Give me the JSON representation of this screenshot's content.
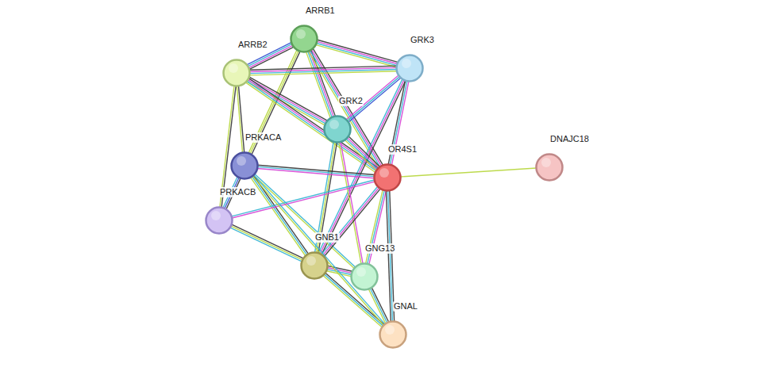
{
  "diagram": {
    "nodes": [
      {
        "text": [
          "ARRB1"
        ]
      },
      {
        "text": [
          "ARRB2"
        ]
      },
      {
        "text": [
          "GRK3"
        ]
      },
      {
        "text": [
          "GRK2"
        ]
      },
      {
        "text": [
          "PRKACA"
        ]
      },
      {
        "text": [
          "OR4S1"
        ]
      },
      {
        "text": [
          "DNAJC18"
        ]
      },
      {
        "text": [
          "PRKACB"
        ]
      },
      {
        "text": [
          "GNB1"
        ]
      },
      {
        "text": [
          "GNG13"
        ]
      },
      {
        "text": [
          "GNAL"
        ]
      }
    ],
    "edges": [
      {
        "from": 0,
        "to": 1,
        "arrow": "none"
      },
      {
        "from": 0,
        "to": 2,
        "arrow": "none"
      },
      {
        "from": 0,
        "to": 3,
        "arrow": "none"
      },
      {
        "from": 0,
        "to": 5,
        "arrow": "none"
      },
      {
        "from": 0,
        "to": 4,
        "arrow": "none"
      },
      {
        "from": 1,
        "to": 2,
        "arrow": "none"
      },
      {
        "from": 1,
        "to": 3,
        "arrow": "none"
      },
      {
        "from": 1,
        "to": 5,
        "arrow": "none"
      },
      {
        "from": 1,
        "to": 4,
        "arrow": "none"
      },
      {
        "from": 1,
        "to": 7,
        "arrow": "none"
      },
      {
        "from": 2,
        "to": 3,
        "arrow": "none"
      },
      {
        "from": 2,
        "to": 5,
        "arrow": "none"
      },
      {
        "from": 2,
        "to": 8,
        "arrow": "none"
      },
      {
        "from": 3,
        "to": 5,
        "arrow": "none"
      },
      {
        "from": 3,
        "to": 8,
        "arrow": "none"
      },
      {
        "from": 3,
        "to": 9,
        "arrow": "none"
      },
      {
        "from": 4,
        "to": 5,
        "arrow": "none"
      },
      {
        "from": 4,
        "to": 7,
        "arrow": "none"
      },
      {
        "from": 4,
        "to": 8,
        "arrow": "none"
      },
      {
        "from": 4,
        "to": 9,
        "arrow": "none"
      },
      {
        "from": 5,
        "to": 6,
        "arrow": "none"
      },
      {
        "from": 5,
        "to": 7,
        "arrow": "none"
      },
      {
        "from": 5,
        "to": 8,
        "arrow": "none"
      },
      {
        "from": 5,
        "to": 9,
        "arrow": "none"
      },
      {
        "from": 5,
        "to": 10,
        "arrow": "none"
      },
      {
        "from": 7,
        "to": 8,
        "arrow": "none"
      },
      {
        "from": 8,
        "to": 9,
        "arrow": "none"
      },
      {
        "from": 8,
        "to": 10,
        "arrow": "none"
      },
      {
        "from": 9,
        "to": 10,
        "arrow": "none"
      },
      {
        "from": 4,
        "to": 10,
        "arrow": "none"
      }
    ]
  }
}
